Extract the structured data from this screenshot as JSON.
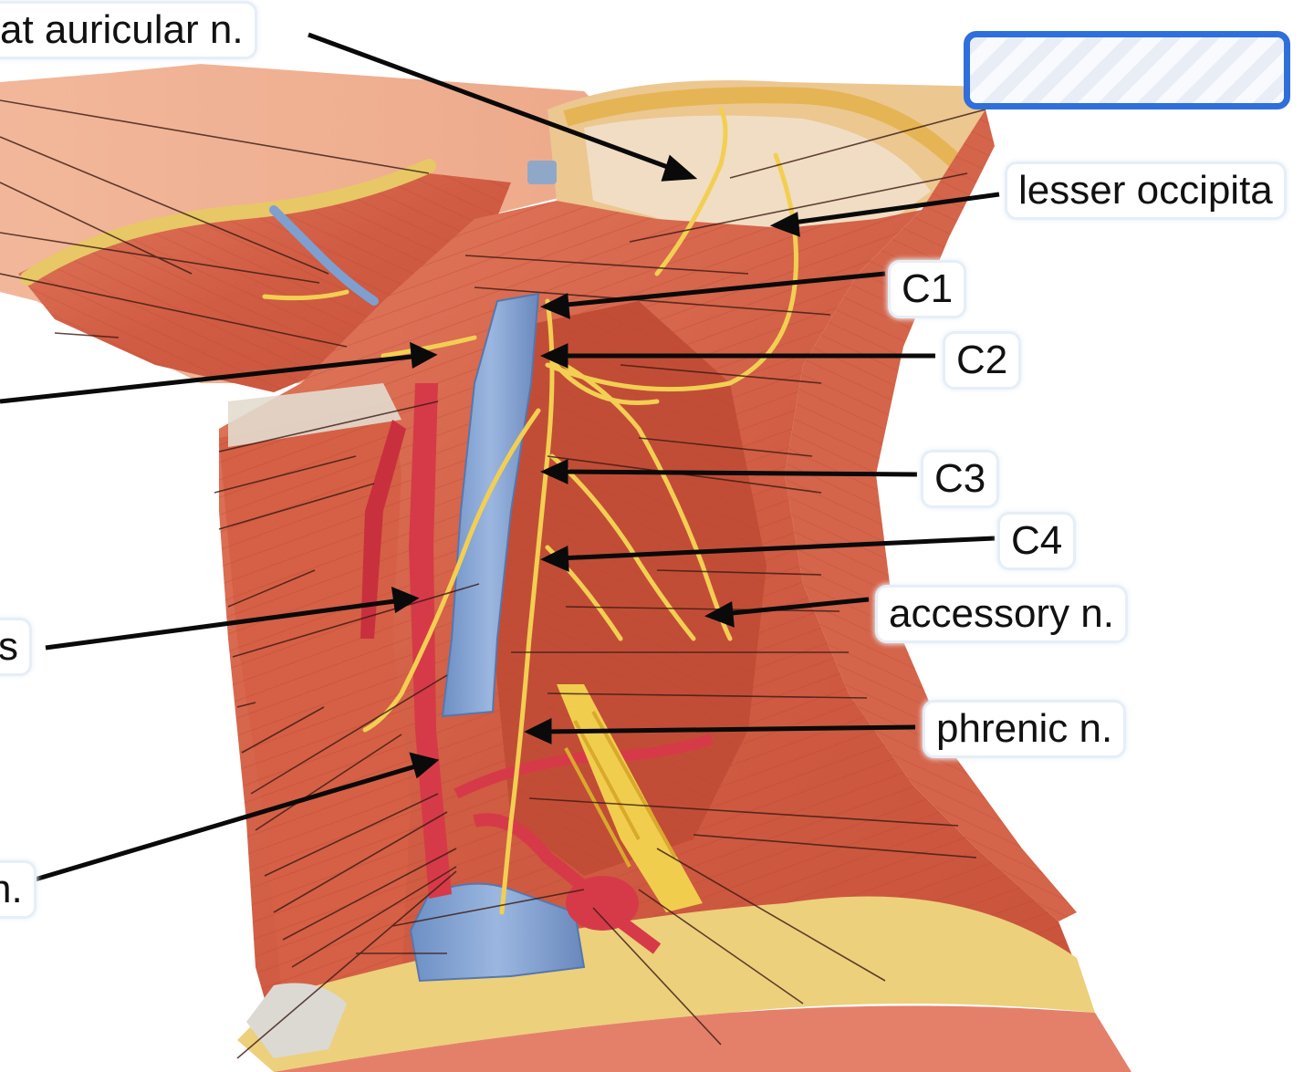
{
  "labels": {
    "great_auricular": "at auricular n.",
    "lesser_occipital": "lesser occipita",
    "c1": "C1",
    "c2": "C2",
    "c3": "C3",
    "c4": "C4",
    "accessory": "accessory n.",
    "phrenic": "phrenic n.",
    "left_partial_s": "s",
    "left_partial_n": "n."
  },
  "colors": {
    "muscle": "#d9694f",
    "muscle_dark": "#b8452f",
    "vein": "#7f9fcf",
    "artery": "#d63a48",
    "nerve": "#f2cf52",
    "skin": "#f0b090",
    "fat": "#e9c66a",
    "answer_box": "#2f6fdb"
  }
}
